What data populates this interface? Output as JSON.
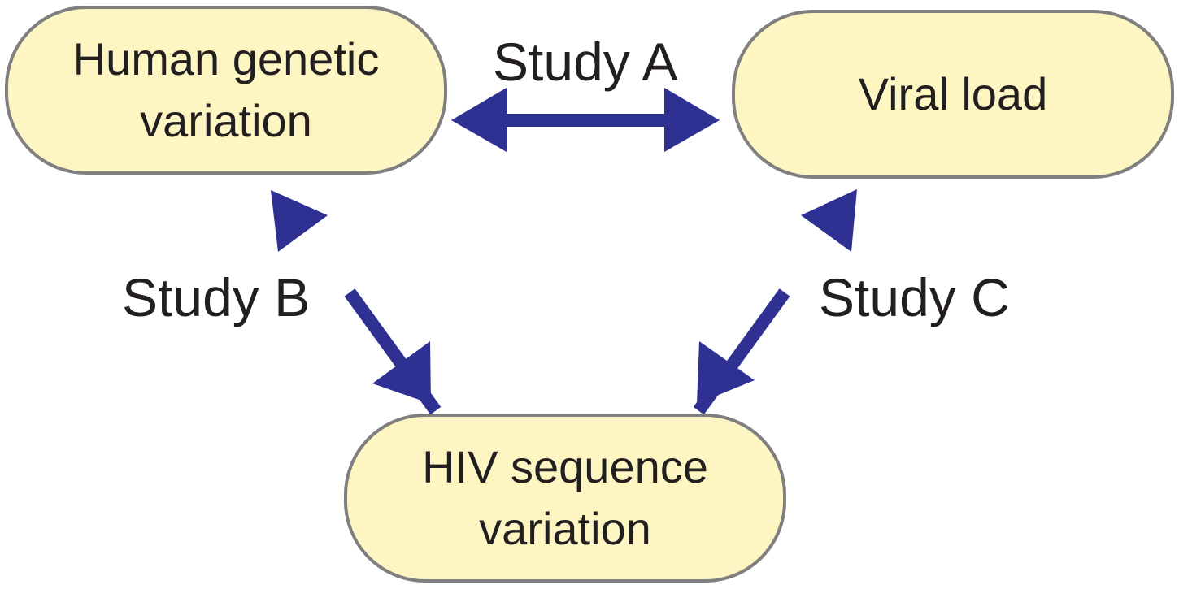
{
  "nodes": {
    "human": {
      "line1": "Human genetic",
      "line2": "variation"
    },
    "viral": {
      "line1": "Viral load"
    },
    "hiv": {
      "line1": "HIV sequence",
      "line2": "variation"
    }
  },
  "studies": {
    "a": "Study A",
    "b": "Study B",
    "c": "Study C"
  },
  "colors": {
    "arrow": "#2e3192",
    "node_fill": "#fdf6c3",
    "node_border": "#7f7f7f"
  }
}
